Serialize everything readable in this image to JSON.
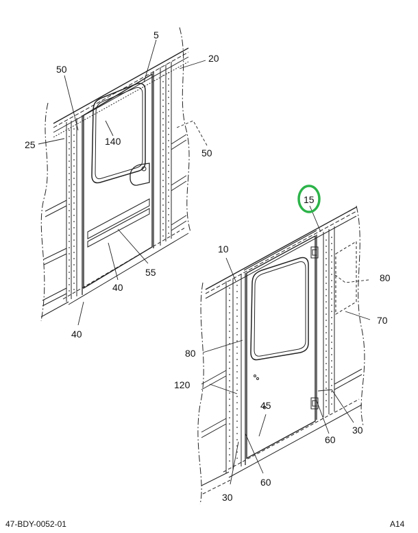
{
  "callouts": {
    "c5": "5",
    "c20": "20",
    "c50a": "50",
    "c25": "25",
    "c140": "140",
    "c50b": "50",
    "c55": "55",
    "c40a": "40",
    "c40b": "40",
    "c15": "15",
    "c10": "10",
    "c80a": "80",
    "c70": "70",
    "c80b": "80",
    "c120": "120",
    "c45": "45",
    "c30a": "30",
    "c60a": "60",
    "c60b": "60",
    "c30b": "30"
  },
  "footer": {
    "drawing_id": "47-BDY-0052-01",
    "page_code": "A14"
  },
  "highlight": {
    "color": "#2db34a",
    "target": "15"
  },
  "colors": {
    "line": "#222222",
    "rivet": "#333333"
  }
}
